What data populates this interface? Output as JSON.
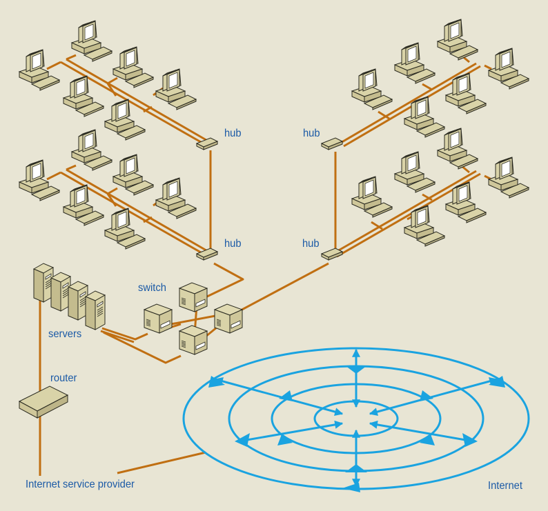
{
  "title": "Network diagram: LAN connected to the Internet",
  "labels": {
    "hub_top_left": "hub",
    "hub_bottom_left": "hub",
    "hub_top_right": "hub",
    "hub_bottom_right": "hub",
    "switch": "switch",
    "servers": "servers",
    "router": "router",
    "isp": "Internet service provider",
    "internet": "Internet"
  },
  "colors": {
    "background": "#e8e5d4",
    "cable": "#c06f12",
    "device_fill": "#d9d3a8",
    "device_outline": "#2a2a20",
    "screen": "#ffffff",
    "internet": "#1aa3e0",
    "label": "#1b5aa6"
  },
  "nodes": {
    "computer_groups": 4,
    "computers_per_group": 6,
    "hubs": 4,
    "switch_units": 4,
    "servers": 4,
    "routers": 1
  }
}
